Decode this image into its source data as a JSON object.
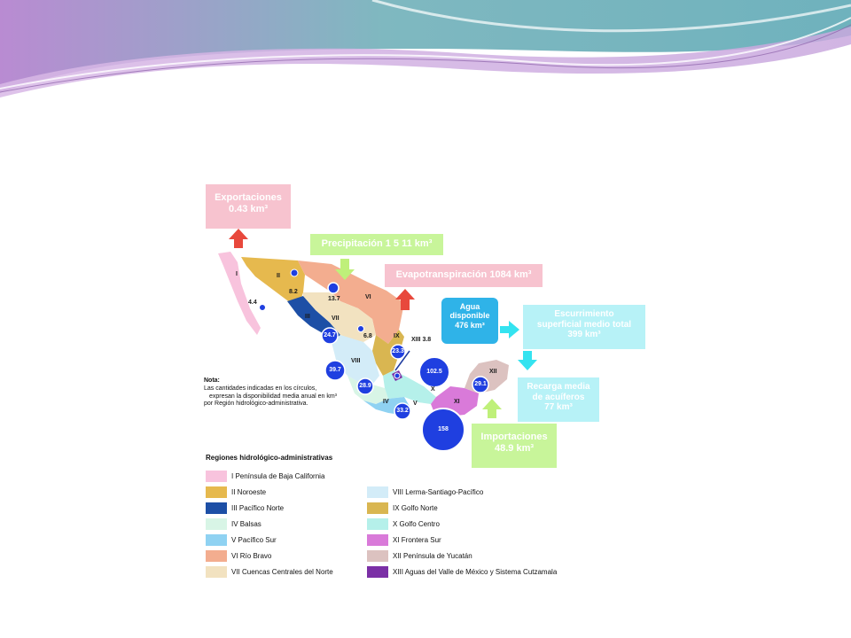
{
  "callouts": {
    "exportaciones": {
      "label": "Exportaciones",
      "value": "0.43 km³"
    },
    "precipitacion": {
      "label": "Precipitación 1 5 11  km³"
    },
    "evapotranspiracion": {
      "label": "Evapotranspiración 1084 km³"
    },
    "agua_disponible": {
      "line1": "Agua",
      "line2": "disponible",
      "line3": "476 km³"
    },
    "escurrimiento": {
      "line1": "Escurrimiento",
      "line2": "superficial medio total",
      "line3": "399 km³"
    },
    "recarga": {
      "line1": "Recarga media",
      "line2": "de acuíferos",
      "line3": "77 km³"
    },
    "importaciones": {
      "label": "Importaciones",
      "value": "48.9 km³"
    }
  },
  "region_numerals": [
    "I",
    "II",
    "III",
    "IV",
    "V",
    "VI",
    "VII",
    "VIII",
    "IX",
    "X",
    "XI",
    "XII"
  ],
  "xiii_label": "XIII 3.8",
  "values": {
    "I": "4.4",
    "II": "8.2",
    "VI": "13.7",
    "VII": "6.8",
    "III": "24.7",
    "IX": "23.3",
    "VIII": "39.7",
    "IV": "28.9",
    "V": "33.2",
    "X": "102.5",
    "XI": "158",
    "XII": "29.1"
  },
  "note": {
    "title": "Nota:",
    "line1": "Las cantidades indicadas en los círculos,",
    "line2": "expresan la disponibilidad media anual en km³",
    "line3": "por Región hidrológico-administrativa."
  },
  "legend": {
    "title": "Regiones hidrológico-administrativas",
    "items": [
      {
        "label": "I Península de Baja California",
        "color": "#f8c3dd"
      },
      {
        "label": "II Noroeste",
        "color": "#e6b94e"
      },
      {
        "label": "III Pacífico Norte",
        "color": "#1d4fa6"
      },
      {
        "label": "IV Balsas",
        "color": "#d8f5e6"
      },
      {
        "label": "V Pacífico Sur",
        "color": "#8fd2f2"
      },
      {
        "label": "VI Río Bravo",
        "color": "#f3ad8f"
      },
      {
        "label": "VII Cuencas Centrales del Norte",
        "color": "#f2e2c0"
      },
      {
        "label": "VIII Lerma-Santiago-Pacífico",
        "color": "#d3ecf8"
      },
      {
        "label": "IX Golfo Norte",
        "color": "#d9b651"
      },
      {
        "label": "X Golfo Centro",
        "color": "#b5f0ea"
      },
      {
        "label": "XI Frontera Sur",
        "color": "#d97ad9"
      },
      {
        "label": "XII Península de Yucatán",
        "color": "#dcc2c0"
      },
      {
        "label": "XIII Aguas del Valle de México y Sistema Cutzamala",
        "color": "#7b2fa6"
      }
    ]
  },
  "colors": {
    "arrow_red": "#e8483c",
    "arrow_green": "#bff07a",
    "arrow_cyan": "#34e3f0",
    "circle_blue": "#1f3fe0"
  }
}
